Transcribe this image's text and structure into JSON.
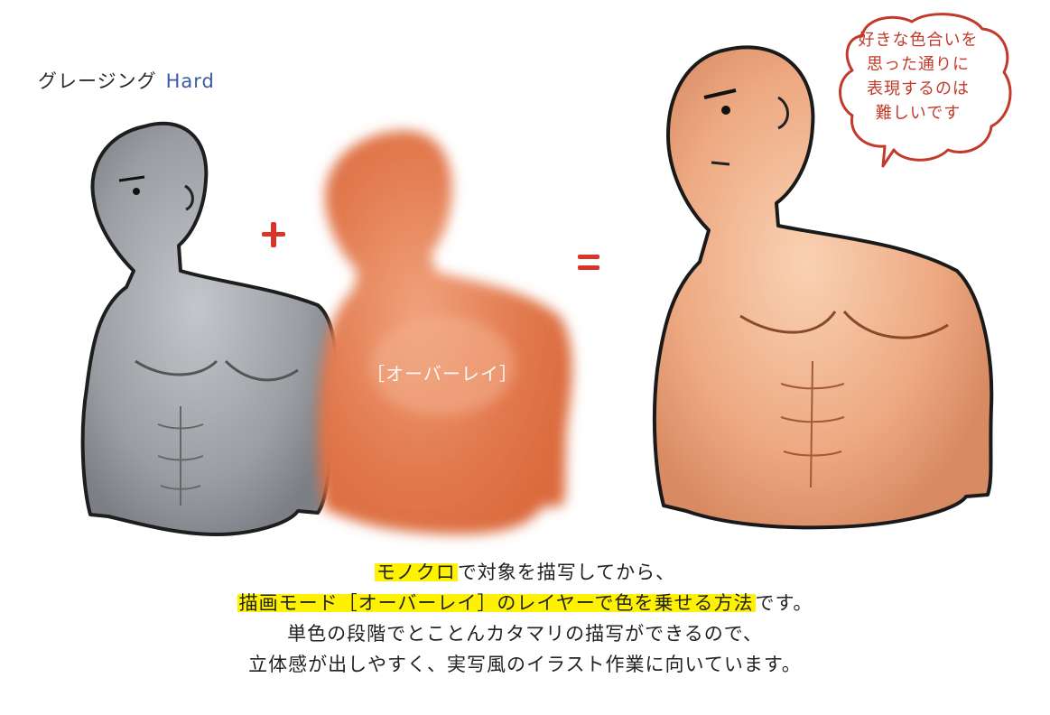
{
  "heading": {
    "title": "グレージング",
    "level": "Hard"
  },
  "overlay_label": "［オーバーレイ］",
  "operators": {
    "plus": "+",
    "equals": "="
  },
  "speech_bubble": {
    "text": "好きな色合いを\n思った通りに\n表現するのは\n難しいです"
  },
  "caption": {
    "line1_hl": "モノクロ",
    "line1_rest": "で対象を描写してから、",
    "line2_hl": "描画モード［オーバーレイ］のレイヤーで色を乗せる方法",
    "line2_rest": "です。",
    "line3": "単色の段階でとことんカタマリの描写ができるので、",
    "line4": "立体感が出しやすく、実写風のイラスト作業に向いています。"
  },
  "colors": {
    "accent_red": "#d8342a",
    "bubble_red": "#c23a2b",
    "level_blue": "#3b5aa8",
    "highlight_yellow": "#fff200",
    "gray_skin": "#9a9ea3",
    "overlay_orange": "#e27a4f",
    "result_skin": "#efb08a"
  },
  "icons": {
    "plus": "plus-sign-icon",
    "equals": "equals-sign-icon"
  }
}
